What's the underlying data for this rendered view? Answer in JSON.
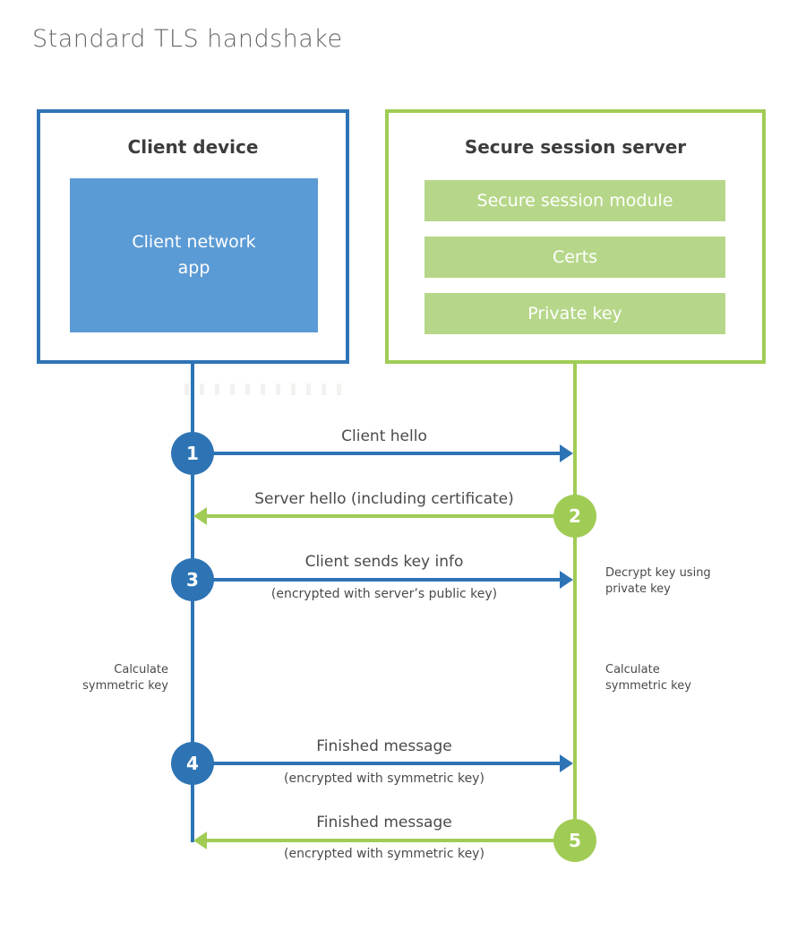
{
  "title": "Standard TLS handshake",
  "colors": {
    "blue": "#2e74b5",
    "blue-light": "#5b9bd5",
    "green": "#a0cc55",
    "green-light": "#b6d789",
    "ink": "#3d3d3d",
    "label": "#4a4a4a",
    "title": "#666666"
  },
  "client_box": {
    "title": "Client device",
    "module": "Client network\napp"
  },
  "server_box": {
    "title": "Secure session server",
    "modules": [
      "Secure session module",
      "Certs",
      "Private key"
    ]
  },
  "steps": [
    {
      "num": "1",
      "actor": "client",
      "direction": "right",
      "label": "Client hello",
      "sublabel": ""
    },
    {
      "num": "2",
      "actor": "server",
      "direction": "left",
      "label": "Server hello (including certificate)",
      "sublabel": ""
    },
    {
      "num": "3",
      "actor": "client",
      "direction": "right",
      "label": "Client sends key info",
      "sublabel": "(encrypted with server’s public key)"
    },
    {
      "num": "4",
      "actor": "client",
      "direction": "right",
      "label": "Finished message",
      "sublabel": "(encrypted with symmetric key)"
    },
    {
      "num": "5",
      "actor": "server",
      "direction": "left",
      "label": "Finished message",
      "sublabel": "(encrypted with symmetric key)"
    }
  ],
  "notes": {
    "server_decrypt": "Decrypt key using\nprivate key",
    "client_calculate": "Calculate\nsymmetric key",
    "server_calculate": "Calculate\nsymmetric key"
  }
}
